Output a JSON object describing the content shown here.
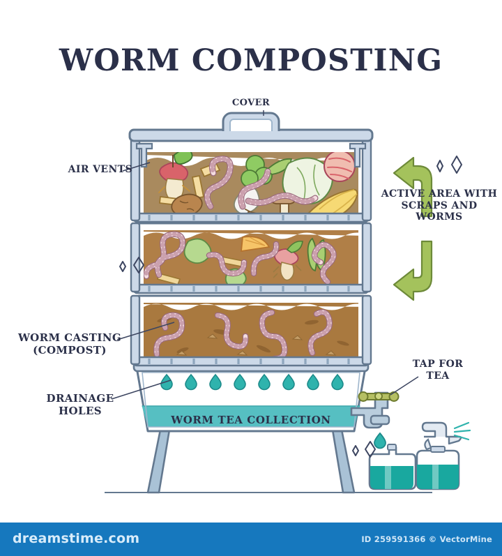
{
  "title": "WORM COMPOSTING",
  "labels": {
    "cover": "COVER",
    "air_vents": "AIR VENTS",
    "active_area": "ACTIVE AREA WITH SCRAPS AND WORMS",
    "worm_casting": "WORM CASTING (COMPOST)",
    "drainage_holes": "DRAINAGE HOLES",
    "tap_for_tea": "TAP FOR TEA",
    "worm_tea_collection": "WORM TEA COLLECTION"
  },
  "footer": {
    "site": "dreamstime.com",
    "credit": "ID 259591366 © VectorMine"
  },
  "colors": {
    "title_text": "#2b3049",
    "frame_fill": "#ccd9e8",
    "frame_stroke": "#63788f",
    "soil_top": "#a98a5e",
    "soil_mid": "#b07f47",
    "soil_bottom": "#a9793f",
    "worm_body": "#f0d7da",
    "worm_stroke": "#9b6a7e",
    "tea_teal": "#56bfc2",
    "arrow_green": "#a4c25c",
    "footer_blue": "#1678be",
    "droplet": "#2fb3ad"
  },
  "diagram": {
    "trays": [
      {
        "name": "top-tray",
        "layer": "active scraps layer",
        "soil": "#a98a5e"
      },
      {
        "name": "middle-tray",
        "layer": "active scraps layer",
        "soil": "#b07f47"
      },
      {
        "name": "bottom-tray",
        "layer": "worm casting compost layer",
        "soil": "#a9793f"
      },
      {
        "name": "collection-basin",
        "layer": "worm tea collection",
        "soil": "#56bfc2"
      }
    ],
    "drainage_droplet_count": 8,
    "bottles": [
      "tea-bottle",
      "spray-bottle"
    ],
    "arrows": [
      "arrow-up-left",
      "arrow-down-left"
    ],
    "sparkles": 3
  }
}
